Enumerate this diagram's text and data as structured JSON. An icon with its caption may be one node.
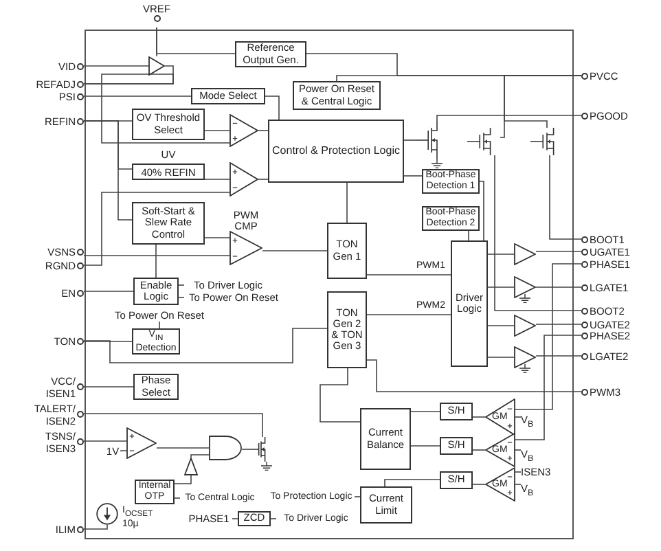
{
  "diagram": {
    "nodes": [
      {
        "text": [
          "VREF"
        ]
      },
      {
        "text": [
          "VID"
        ]
      },
      {
        "text": [
          "REFADJ"
        ]
      },
      {
        "text": [
          "PSI"
        ]
      },
      {
        "text": [
          "REFIN"
        ]
      },
      {
        "text": [
          "VSNS"
        ]
      },
      {
        "text": [
          "RGND"
        ]
      },
      {
        "text": [
          "EN"
        ]
      },
      {
        "text": [
          "TON"
        ]
      },
      {
        "text": [
          "VCC/ ISEN1"
        ]
      },
      {
        "text": [
          "TALERT/ ISEN2"
        ]
      },
      {
        "text": [
          "TSNS/ ISEN3"
        ]
      },
      {
        "text": [
          "ILIM"
        ]
      },
      {
        "text": [
          "PVCC"
        ]
      },
      {
        "text": [
          "PGOOD"
        ]
      },
      {
        "text": [
          "BOOT1"
        ]
      },
      {
        "text": [
          "UGATE1"
        ]
      },
      {
        "text": [
          "PHASE1"
        ]
      },
      {
        "text": [
          "LGATE1"
        ]
      },
      {
        "text": [
          "BOOT2"
        ]
      },
      {
        "text": [
          "UGATE2"
        ]
      },
      {
        "text": [
          "PHASE2"
        ]
      },
      {
        "text": [
          "LGATE2"
        ]
      },
      {
        "text": [
          "PWM3"
        ]
      },
      {
        "text": [],
        "shape": "triangle"
      },
      {
        "text": [
          "Reference Output Gen."
        ]
      },
      {
        "text": [
          "Power On Reset & Central Logic"
        ]
      },
      {
        "text": [
          "Mode Select"
        ]
      },
      {
        "text": [
          "OV Threshold Select"
        ]
      },
      {
        "text": [
          "UV",
          "40% REFIN"
        ]
      },
      {
        "text": [
          "Soft-Start & Slew Rate Control"
        ]
      },
      {
        "text": [],
        "shape": "triangle"
      },
      {
        "text": [],
        "shape": "triangle"
      },
      {
        "text": [
          "PWM CMP"
        ]
      },
      {
        "text": [
          "Control & Protection Logic"
        ]
      },
      {
        "text": [],
        "shape": "transistor"
      },
      {
        "text": [],
        "shape": "transistor"
      },
      {
        "text": [],
        "shape": "transistor"
      },
      {
        "text": [
          "Boot-Phase Detection 1"
        ]
      },
      {
        "text": [
          "Boot-Phase Detection 2"
        ]
      },
      {
        "text": [
          "TON Gen 1"
        ]
      },
      {
        "text": [
          "TON Gen 2 & TON Gen 3"
        ]
      },
      {
        "text": [
          "Driver Logic"
        ]
      },
      {
        "text": [],
        "shape": "triangle"
      },
      {
        "text": [],
        "shape": "triangle"
      },
      {
        "text": [],
        "shape": "triangle"
      },
      {
        "text": [],
        "shape": "triangle"
      },
      {
        "text": [
          "Enable Logic"
        ]
      },
      {
        "text": [
          "To Driver Logic"
        ]
      },
      {
        "text": [
          "To Power On Reset"
        ]
      },
      {
        "text": [
          "To Power On Reset"
        ]
      },
      {
        "text": [
          "V$_{IN}$ Detection"
        ]
      },
      {
        "text": [
          "Phase Select"
        ]
      },
      {
        "text": [
          "1V"
        ]
      },
      {
        "text": [],
        "shape": "triangle"
      },
      {
        "text": [],
        "shape": "gate"
      },
      {
        "text": [],
        "shape": "transistor"
      },
      {
        "text": [],
        "shape": "triangle"
      },
      {
        "text": [
          "Internal OTP"
        ]
      },
      {
        "text": [
          "To Central Logic"
        ]
      },
      {
        "text": [],
        "shape": "circle",
        "beside": [
          "I$_{OCSET}$ 10µ"
        ]
      },
      {
        "text": [
          "To Protection Logic"
        ]
      },
      {
        "text": [
          "Current Limit"
        ]
      },
      {
        "text": [
          "PHASE1"
        ]
      },
      {
        "text": [
          "ZCD"
        ]
      },
      {
        "text": [
          "To Driver Logic"
        ]
      },
      {
        "text": [
          "Current Balance"
        ]
      },
      {
        "text": [
          "S/H"
        ]
      },
      {
        "text": [
          "S/H"
        ]
      },
      {
        "text": [
          "S/H"
        ]
      },
      {
        "text": [
          "GM"
        ]
      },
      {
        "text": [
          "GM"
        ]
      },
      {
        "text": [
          "GM"
        ]
      },
      {
        "text": [
          "V$_{B}$"
        ]
      },
      {
        "text": [
          "V$_{B}$"
        ]
      },
      {
        "text": [
          "ISEN3"
        ]
      },
      {
        "text": [
          "V$_{B}$"
        ]
      }
    ],
    "edges": [
      {
        "from": 0,
        "to": 24,
        "arrow": "none"
      },
      {
        "from": 0,
        "to": 25,
        "arrow": "none"
      },
      {
        "from": 1,
        "to": 24,
        "arrow": "none"
      },
      {
        "from": 2,
        "to": 24,
        "arrow": "none"
      },
      {
        "from": 2,
        "to": 31,
        "arrow": "none"
      },
      {
        "from": 3,
        "to": 27,
        "arrow": "none"
      },
      {
        "from": 27,
        "to": 34,
        "arrow": "none"
      },
      {
        "from": 4,
        "to": 28,
        "arrow": "none"
      },
      {
        "from": 4,
        "to": 29,
        "arrow": "none"
      },
      {
        "from": 4,
        "to": 30,
        "arrow": "none"
      },
      {
        "from": 28,
        "to": 31,
        "arrow": "none"
      },
      {
        "from": 29,
        "to": 32,
        "arrow": "none"
      },
      {
        "from": 30,
        "to": 33,
        "arrow": "none"
      },
      {
        "from": 5,
        "to": 33,
        "arrow": "none"
      },
      {
        "from": 6,
        "to": 32,
        "arrow": "none"
      },
      {
        "from": 31,
        "to": 34,
        "arrow": "none"
      },
      {
        "from": 32,
        "to": 34,
        "arrow": "none"
      },
      {
        "from": 33,
        "to": 40,
        "arrow": "none"
      },
      {
        "from": 25,
        "to": 13,
        "arrow": "none"
      },
      {
        "from": 26,
        "to": 13,
        "arrow": "none"
      },
      {
        "from": 34,
        "to": 35,
        "arrow": "none"
      },
      {
        "from": 35,
        "to": 14,
        "arrow": "none"
      },
      {
        "from": 13,
        "to": 37,
        "arrow": "none"
      },
      {
        "from": 13,
        "to": 36,
        "arrow": "none"
      },
      {
        "from": 37,
        "to": 15,
        "arrow": "none"
      },
      {
        "from": 36,
        "to": 19,
        "arrow": "none"
      },
      {
        "from": 34,
        "to": 38,
        "arrow": "none"
      },
      {
        "from": 38,
        "to": 42,
        "arrow": "none"
      },
      {
        "from": 39,
        "to": 42,
        "arrow": "none"
      },
      {
        "from": 34,
        "to": 40,
        "arrow": "none"
      },
      {
        "from": 40,
        "to": 42,
        "arrow": "none",
        "label": "PWM1"
      },
      {
        "from": 41,
        "to": 42,
        "arrow": "none",
        "label": "PWM2"
      },
      {
        "from": 41,
        "to": 23,
        "arrow": "none"
      },
      {
        "from": 42,
        "to": 43,
        "arrow": "none"
      },
      {
        "from": 42,
        "to": 44,
        "arrow": "none"
      },
      {
        "from": 42,
        "to": 45,
        "arrow": "none"
      },
      {
        "from": 42,
        "to": 46,
        "arrow": "none"
      },
      {
        "from": 43,
        "to": 16,
        "arrow": "none"
      },
      {
        "from": 44,
        "to": 18,
        "arrow": "none"
      },
      {
        "from": 45,
        "to": 20,
        "arrow": "none"
      },
      {
        "from": 46,
        "to": 22,
        "arrow": "none"
      },
      {
        "from": 7,
        "to": 47,
        "arrow": "none"
      },
      {
        "from": 47,
        "to": 48,
        "arrow": "none"
      },
      {
        "from": 47,
        "to": 49,
        "arrow": "none"
      },
      {
        "from": 30,
        "to": 47,
        "arrow": "none"
      },
      {
        "from": 51,
        "to": 50,
        "arrow": "none"
      },
      {
        "from": 8,
        "to": 51,
        "arrow": "none"
      },
      {
        "from": 8,
        "to": 41,
        "arrow": "none"
      },
      {
        "from": 9,
        "to": 52,
        "arrow": "none"
      },
      {
        "from": 10,
        "to": 56,
        "arrow": "none"
      },
      {
        "from": 11,
        "to": 54,
        "arrow": "none"
      },
      {
        "from": 53,
        "to": 54,
        "arrow": "none"
      },
      {
        "from": 54,
        "to": 55,
        "arrow": "none"
      },
      {
        "from": 55,
        "to": 56,
        "arrow": "none"
      },
      {
        "from": 57,
        "to": 55,
        "arrow": "none"
      },
      {
        "from": 58,
        "to": 57,
        "arrow": "none"
      },
      {
        "from": 58,
        "to": 59,
        "arrow": "none"
      },
      {
        "from": 12,
        "to": 60,
        "arrow": "none"
      },
      {
        "from": 62,
        "to": 61,
        "arrow": "none"
      },
      {
        "from": 63,
        "to": 64,
        "arrow": "none"
      },
      {
        "from": 64,
        "to": 65,
        "arrow": "none"
      },
      {
        "from": 41,
        "to": 66,
        "arrow": "none"
      },
      {
        "from": 66,
        "to": 67,
        "arrow": "none"
      },
      {
        "from": 66,
        "to": 68,
        "arrow": "none"
      },
      {
        "from": 62,
        "to": 69,
        "arrow": "none"
      },
      {
        "from": 67,
        "to": 70,
        "arrow": "none"
      },
      {
        "from": 68,
        "to": 71,
        "arrow": "none"
      },
      {
        "from": 69,
        "to": 72,
        "arrow": "none"
      },
      {
        "from": 73,
        "to": 70,
        "arrow": "none"
      },
      {
        "from": 74,
        "to": 71,
        "arrow": "none"
      },
      {
        "from": 75,
        "to": 72,
        "arrow": "none"
      },
      {
        "from": 76,
        "to": 72,
        "arrow": "none"
      },
      {
        "from": 17,
        "to": 70,
        "arrow": "none"
      },
      {
        "from": 21,
        "to": 71,
        "arrow": "none"
      }
    ]
  }
}
